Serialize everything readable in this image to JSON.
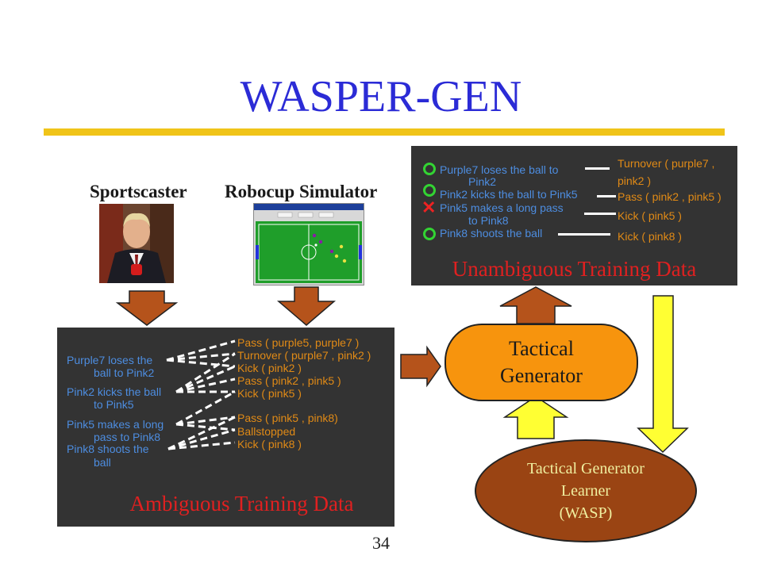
{
  "title": "WASPER-GEN",
  "page_number": "34",
  "captions": {
    "sportscaster": "Sportscaster",
    "simulator": "Robocup Simulator"
  },
  "colors": {
    "title": "#2b2bd6",
    "rule": "#f0c419",
    "panel": "#333333",
    "comment_text": "#4d8de0",
    "mr_text": "#e08a16",
    "panel_title": "#e02020",
    "arrow_brown": "#b5531b",
    "arrow_yellow": "#ffff33",
    "generator_fill": "#f7940d",
    "learner_fill": "#9a4413"
  },
  "icons": {
    "sportscaster": "sportscaster-photo",
    "simulator": "soccer-field-screenshot",
    "check": "green-circle-icon",
    "cross": "red-x-icon"
  },
  "unambiguous": {
    "title": "Unambiguous Training Data",
    "comments": [
      {
        "line1": "Purple7 loses the ball to",
        "line2": "Pink2",
        "mark": "check"
      },
      {
        "line1": "Pink2 kicks the ball to Pink5",
        "line2": "",
        "mark": "check"
      },
      {
        "line1": "Pink5 makes a long pass",
        "line2": "to Pink8",
        "mark": "cross"
      },
      {
        "line1": "Pink8 shoots the ball",
        "line2": "",
        "mark": "check"
      }
    ],
    "mrs": [
      {
        "line1": "Turnover ( purple7 ,",
        "line2": "pink2 )"
      },
      {
        "line1": "Pass ( pink2 , pink5 )",
        "line2": ""
      },
      {
        "line1": "Kick ( pink5 )",
        "line2": ""
      },
      {
        "line1": "Kick ( pink8 )",
        "line2": ""
      }
    ]
  },
  "ambiguous": {
    "title": "Ambiguous Training Data",
    "comments": [
      {
        "line1": "Purple7 loses the",
        "line2": "ball to Pink2"
      },
      {
        "line1": "Pink2 kicks the ball",
        "line2": "to Pink5"
      },
      {
        "line1": "Pink5 makes a long",
        "line2": "pass to Pink8"
      },
      {
        "line1": "Pink8 shoots the",
        "line2": "ball"
      }
    ],
    "mrs": [
      "Pass ( purple5, purple7 )",
      "Turnover ( purple7 , pink2 )",
      "Kick ( pink2 )",
      "Pass ( pink2 , pink5 )",
      "Kick ( pink5 )",
      "Pass ( pink5 , pink8)",
      "Ballstopped",
      "Kick ( pink8 )"
    ]
  },
  "tactical_generator": {
    "line1": "Tactical",
    "line2": "Generator"
  },
  "learner": {
    "line1": "Tactical Generator",
    "line2": "Learner",
    "line3": "(WASP)"
  }
}
